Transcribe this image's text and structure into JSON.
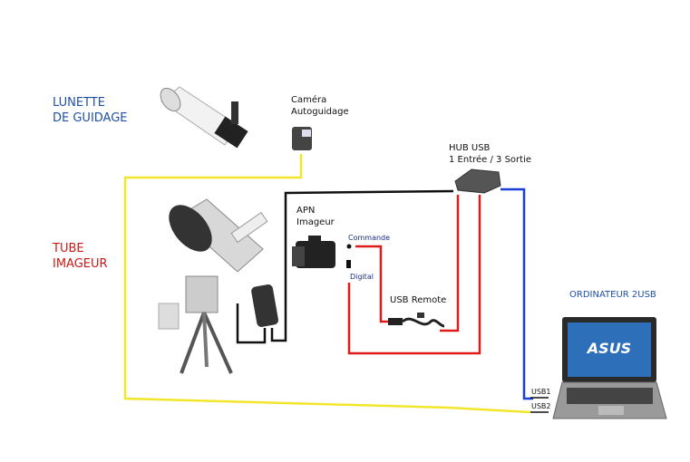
{
  "labels": {
    "lunette": [
      "LUNETTE",
      "DE GUIDAGE"
    ],
    "tube": [
      "TUBE",
      "IMAGEUR"
    ],
    "camera": [
      "Caméra",
      "Autoguidage"
    ],
    "hub": [
      "HUB USB",
      "1 Entrée / 3 Sortie"
    ],
    "apn": [
      "APN",
      "Imageur"
    ],
    "commande": "Commande",
    "digital": "Digital",
    "usb_remote": "USB  Remote",
    "ordinateur": "ORDINATEUR 2USB",
    "usb1": "USB1",
    "usb2": "USB2",
    "laptop_brand": "ASUS"
  },
  "colors": {
    "yellow": "#f2e62a",
    "black": "#111111",
    "red": "#e01a1a",
    "blue": "#1a3fd8",
    "title_blue": "#1f4fa8",
    "title_red": "#c81a1a"
  }
}
